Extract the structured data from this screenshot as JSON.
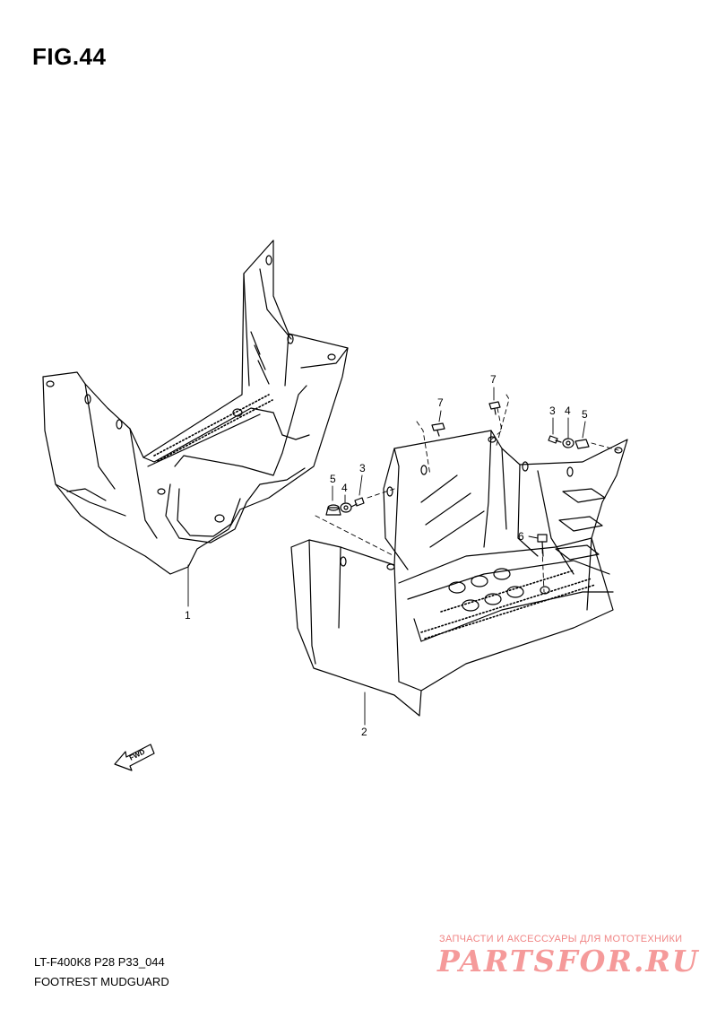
{
  "figure": {
    "title": "FIG.44"
  },
  "footer": {
    "model_code": "LT-F400K8 P28 P33_044",
    "part_group": "FOOTREST MUDGUARD"
  },
  "fwd_label": "FWD",
  "callouts": [
    {
      "id": "1",
      "part": "left-footrest"
    },
    {
      "id": "2",
      "part": "right-footrest"
    },
    {
      "id": "3",
      "part": "bolt-left"
    },
    {
      "id": "4",
      "part": "washer-left"
    },
    {
      "id": "5",
      "part": "nut-left"
    },
    {
      "id": "7",
      "part": "clip-a"
    },
    {
      "id": "7",
      "part": "clip-b"
    },
    {
      "id": "3",
      "part": "bolt-right"
    },
    {
      "id": "4",
      "part": "washer-right"
    },
    {
      "id": "5",
      "part": "nut-right"
    },
    {
      "id": "6",
      "part": "screw"
    }
  ],
  "watermark": {
    "tagline": "ЗАПЧАСТИ И АКСЕССУАРЫ ДЛЯ МОТОТЕХНИКИ",
    "logo": "PARTSFOR.RU",
    "color": "#f08585"
  }
}
